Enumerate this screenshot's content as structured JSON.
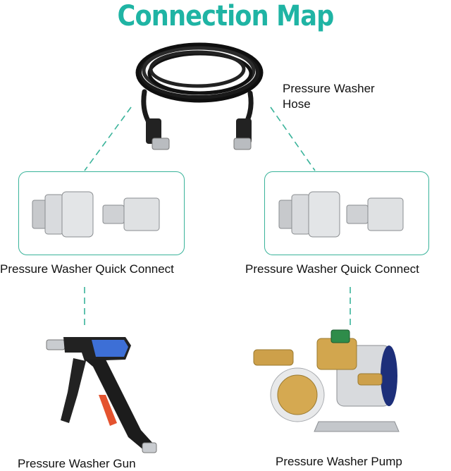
{
  "title": "Connection Map",
  "labels": {
    "hose": "Pressure Washer\nHose",
    "hose_line1": "Pressure Washer",
    "hose_line2": "Hose",
    "quick_connect_left": "Pressure Washer Quick Connect",
    "quick_connect_right": "Pressure Washer Quick Connect",
    "gun": "Pressure Washer Gun",
    "pump": "Pressure Washer Pump"
  },
  "colors": {
    "title": "#1fb4a4",
    "box_border": "#39b39a",
    "dash": "#39b39a"
  },
  "icons": [
    "hose-image",
    "quick-connect-image",
    "quick-connect-image",
    "spray-gun-image",
    "pump-image"
  ]
}
